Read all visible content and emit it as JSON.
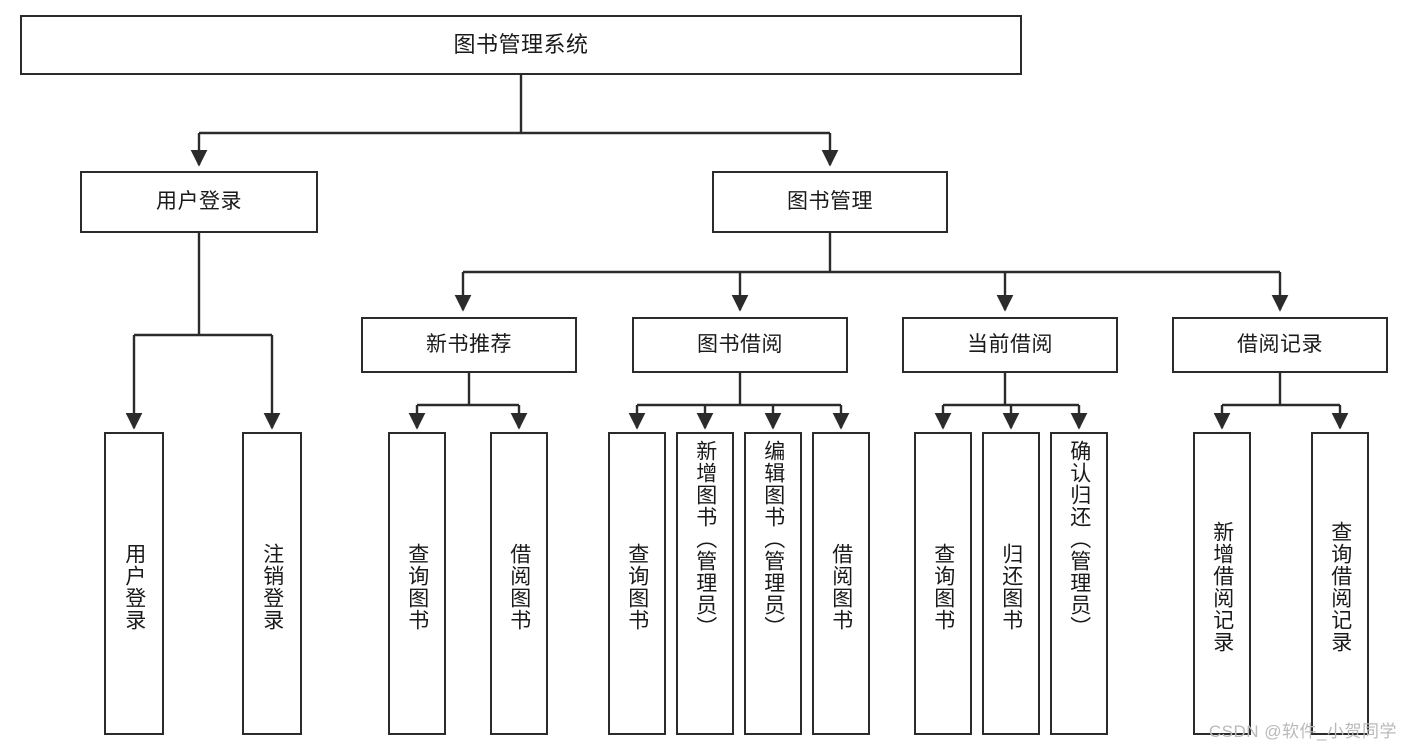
{
  "diagram": {
    "title": "图书管理系统",
    "type": "tree",
    "watermark": "CSDN @软件_小贺同学",
    "edge_color": "#2b2b2b",
    "node_border_color": "#2b2b2b",
    "node_fill_color": "#ffffff",
    "text_color": "#1a1a1a",
    "nodes": {
      "root": {
        "label": "图书管理系统",
        "level": 0
      },
      "user_login": {
        "label": "用户登录",
        "level": 1
      },
      "book_manage": {
        "label": "图书管理",
        "level": 1
      },
      "new_book_rec": {
        "label": "新书推荐",
        "level": 2
      },
      "book_borrow": {
        "label": "图书借阅",
        "level": 2
      },
      "current_borrow": {
        "label": "当前借阅",
        "level": 2
      },
      "borrow_record": {
        "label": "借阅记录",
        "level": 2
      },
      "leaf_user_login": {
        "label": "用户登录",
        "level": 3
      },
      "leaf_logout": {
        "label": "注销登录",
        "level": 3
      },
      "leaf_query_book_1": {
        "label": "查询图书",
        "level": 3
      },
      "leaf_borrow_book_1": {
        "label": "借阅图书",
        "level": 3
      },
      "leaf_query_book_2": {
        "label": "查询图书",
        "level": 3
      },
      "leaf_add_book": {
        "label": "新增图书（管理员）",
        "level": 3
      },
      "leaf_edit_book": {
        "label": "编辑图书（管理员）",
        "level": 3
      },
      "leaf_borrow_book_2": {
        "label": "借阅图书",
        "level": 3
      },
      "leaf_query_book_3": {
        "label": "查询图书",
        "level": 3
      },
      "leaf_return_book": {
        "label": "归还图书",
        "level": 3
      },
      "leaf_confirm_return": {
        "label": "确认归还（管理员）",
        "level": 3
      },
      "leaf_add_record": {
        "label": "新增借阅记录",
        "level": 3
      },
      "leaf_query_record": {
        "label": "查询借阅记录",
        "level": 3
      }
    }
  }
}
